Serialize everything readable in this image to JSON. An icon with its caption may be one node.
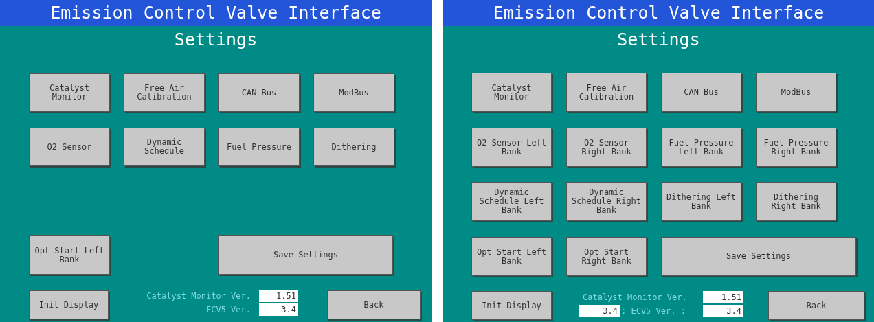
{
  "diagram": {
    "nodes": [
      {
        "text": [
          "Emission Control Valve Interface",
          "Settings"
        ]
      },
      {
        "text": [
          "Catalyst Monitor"
        ],
        "in": 0
      },
      {
        "text": [
          "Free Air Calibration"
        ],
        "in": 0
      },
      {
        "text": [
          "CAN Bus"
        ],
        "in": 0
      },
      {
        "text": [
          "ModBus"
        ],
        "in": 0
      },
      {
        "text": [
          "O2 Sensor"
        ],
        "in": 0
      },
      {
        "text": [
          "Dynamic Schedule"
        ],
        "in": 0
      },
      {
        "text": [
          "Fuel Pressure"
        ],
        "in": 0
      },
      {
        "text": [
          "Dithering"
        ],
        "in": 0
      },
      {
        "text": [
          "Opt Start Left Bank"
        ],
        "in": 0
      },
      {
        "text": [
          "Save Settings"
        ],
        "in": 0
      },
      {
        "text": [
          "Init Display"
        ],
        "in": 0
      },
      {
        "text": [
          "1.51"
        ],
        "in": 0
      },
      {
        "text": [
          "3.4"
        ],
        "in": 0
      },
      {
        "text": [
          "Back"
        ],
        "in": 0
      },
      {
        "text": [
          "Emission Control Valve Interface",
          "Settings"
        ]
      },
      {
        "text": [
          "Catalyst Monitor"
        ],
        "in": 15
      },
      {
        "text": [
          "Free Air Calibration"
        ],
        "in": 15
      },
      {
        "text": [
          "CAN Bus"
        ],
        "in": 15
      },
      {
        "text": [
          "ModBus"
        ],
        "in": 15
      },
      {
        "text": [
          "O2 Sensor Left Bank"
        ],
        "in": 15
      },
      {
        "text": [
          "O2 Sensor Right Bank"
        ],
        "in": 15
      },
      {
        "text": [
          "Fuel Pressure Left Bank"
        ],
        "in": 15
      },
      {
        "text": [
          "Fuel Pressure Right Bank"
        ],
        "in": 15
      },
      {
        "text": [
          "Dynamic Schedule Left Bank"
        ],
        "in": 15
      },
      {
        "text": [
          "Dynamic Schedule Right Bank"
        ],
        "in": 15
      },
      {
        "text": [
          "Dithering Left Bank"
        ],
        "in": 15
      },
      {
        "text": [
          "Dithering Right Bank"
        ],
        "in": 15
      },
      {
        "text": [
          "Opt Start Left Bank"
        ],
        "in": 15
      },
      {
        "text": [
          "Opt Start Right Bank"
        ],
        "in": 15
      },
      {
        "text": [
          "Save Settings"
        ],
        "in": 15
      },
      {
        "text": [
          "Init Display"
        ],
        "in": 15
      },
      {
        "text": [
          "1.51"
        ],
        "in": 15
      },
      {
        "text": [
          "3.4"
        ],
        "in": 15
      },
      {
        "text": [
          "3.4"
        ],
        "in": 15
      },
      {
        "text": [
          "Back"
        ],
        "in": 15
      }
    ],
    "edges": [],
    "labels": [
      "Catalyst Monitor Ver.",
      "ECV5 Ver.",
      "Catalyst Monitor Ver.",
      ": ECV5 Ver. :"
    ]
  }
}
